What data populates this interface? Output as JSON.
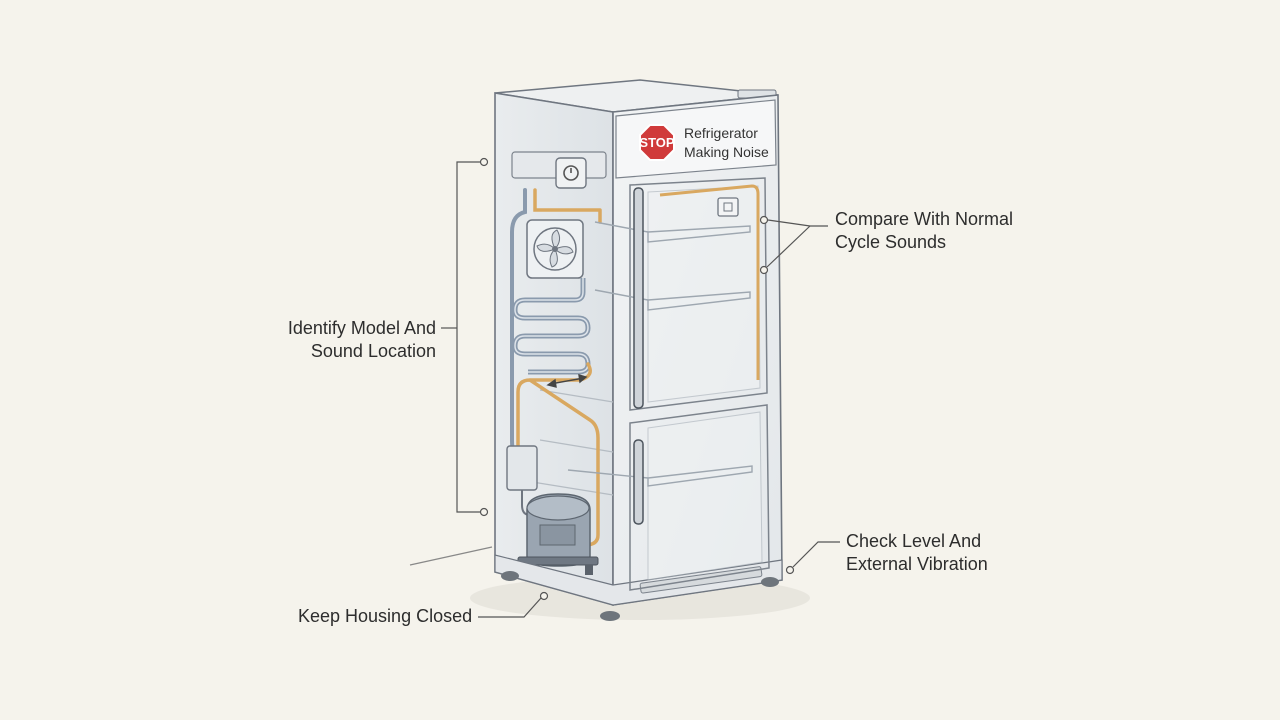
{
  "sign": {
    "text": "STOP"
  },
  "title": {
    "line1": "Refrigerator",
    "line2": "Making Noise"
  },
  "callouts": {
    "compare": {
      "line1": "Compare With Normal",
      "line2": "Cycle Sounds"
    },
    "identify": {
      "line1": "Identify Model And",
      "line2": "Sound Location"
    },
    "level": {
      "line1": "Check Level And",
      "line2": "External Vibration"
    },
    "housing": {
      "line1": "Keep Housing Closed"
    }
  },
  "colors": {
    "background": "#f5f3ec",
    "stop_red": "#d03a3a",
    "tube_orange": "#d9a860",
    "tube_blue": "#8a9aad",
    "outline": "#6f7680"
  }
}
